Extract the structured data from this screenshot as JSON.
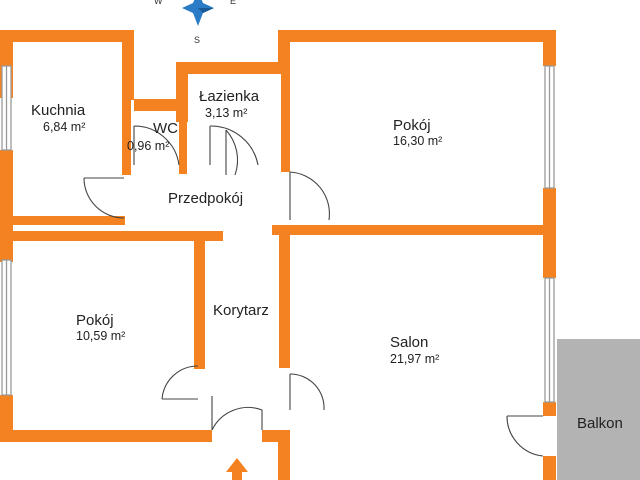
{
  "colors": {
    "wall": "#f58220",
    "balcony": "#b3b3b3",
    "window": "#9a9a9a",
    "door": "#444444",
    "text": "#222222"
  },
  "compass": {
    "west": "W",
    "east": "E",
    "south": "S"
  },
  "entrance_icon": "arrow-up-icon",
  "rooms": {
    "kuchnia": {
      "name": "Kuchnia",
      "area": "6,84 m²"
    },
    "wc": {
      "name": "WC",
      "area": "0,96 m²"
    },
    "lazienka": {
      "name": "Łazienka",
      "area": "3,13 m²"
    },
    "pokoj_ne": {
      "name": "Pokój",
      "area": "16,30 m²"
    },
    "przedpokoj": {
      "name": "Przedpokój"
    },
    "pokoj_sw": {
      "name": "Pokój",
      "area": "10,59 m²"
    },
    "korytarz": {
      "name": "Korytarz"
    },
    "salon": {
      "name": "Salon",
      "area": "21,97 m²"
    },
    "balkon": {
      "name": "Balkon"
    }
  }
}
